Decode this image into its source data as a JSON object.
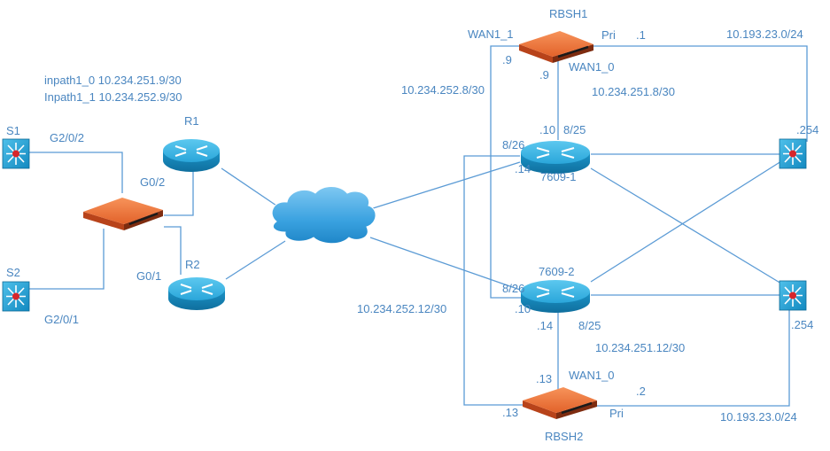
{
  "colors": {
    "wire": "#5b9bd5",
    "label": "#4a86c0",
    "router_top": "#3db8e6",
    "router_side": "#1e8fc0",
    "riverbed_body": "#d5521b",
    "riverbed_top": "#f47a3a",
    "switch_fill": "#1aa1d6",
    "cloud_fill": "#3aa2e0"
  },
  "nodes": {
    "s1": "S1",
    "s2": "S2",
    "r1": "R1",
    "r2": "R2",
    "rbsh1": "RBSH1",
    "rbsh2": "RBSH2",
    "core1": "7609-1",
    "core2": "7609-2"
  },
  "labels": {
    "inpath1_0": "inpath1_0 10.234.251.9/30",
    "inpath1_1": "Inpath1_1 10.234.252.9/30",
    "g0_2_0_2": "G2/0/2",
    "g0_2_0_1": "G2/0/1",
    "g0_2": "G0/2",
    "g0_1": "G0/1",
    "wan1_1": "WAN1_1",
    "pri_top": "Pri",
    "dot1": ".1",
    "net_top_right": "10.193.23.0/24",
    "dot9_a": ".9",
    "dot9_b": ".9",
    "wan1_0_top": "WAN1_0",
    "net_252_8": "10.234.252.8/30",
    "net_251_8": "10.234.251.8/30",
    "dot10_top": ".10",
    "p8_25_top": "8/25",
    "dot254_top": ".254",
    "p8_26_top": "8/26",
    "dot14_top": ".14",
    "p8_26_bottom": "8/26",
    "net_252_12": "10.234.252.12/30",
    "dot10_bottom": ".10",
    "dot14_bottom": ".14",
    "p8_25_bottom": "8/25",
    "net_251_12": "10.234.251.12/30",
    "dot254_bottom": ".254",
    "dot13_a": ".13",
    "wan1_0_bottom": "WAN1_0",
    "dot2": ".2",
    "dot13_b": ".13",
    "pri_bottom": "Pri",
    "net_bottom_right": "10.193.23.0/24"
  }
}
